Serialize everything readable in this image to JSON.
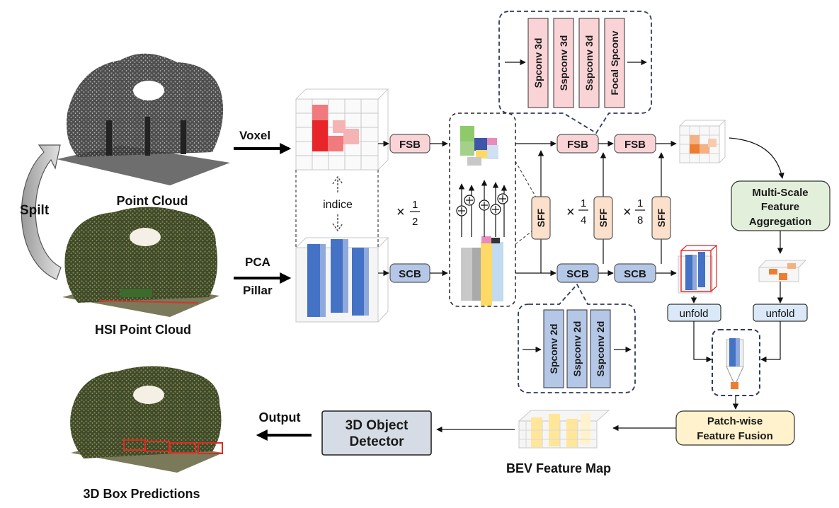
{
  "inputs": {
    "point_cloud": "Point Cloud",
    "hsi_point_cloud": "HSI Point Cloud",
    "split": "Spilt",
    "voxel": "Voxel",
    "pca": "PCA",
    "pillar": "Pillar",
    "indice": "indice"
  },
  "blocks": {
    "fsb": "FSB",
    "scb": "SCB",
    "sff": "SFF",
    "unfold": "unfold"
  },
  "scales": {
    "times": "×",
    "half": {
      "num": "1",
      "den": "2"
    },
    "quarter": {
      "num": "1",
      "den": "4"
    },
    "eighth": {
      "num": "1",
      "den": "8"
    }
  },
  "fsb_detail": [
    "Spconv 3d",
    "Sspconv 3d",
    "Sspconv 3d",
    "Focal Spconv"
  ],
  "scb_detail": [
    "Spconv 2d",
    "Sspconv 2d",
    "Sspconv 2d"
  ],
  "msfa": {
    "line1": "Multi-Scale",
    "line2": "Feature",
    "line3": "Aggregation"
  },
  "pwff": {
    "line1": "Patch-wise",
    "line2": "Feature Fusion"
  },
  "detector": {
    "line1": "3D Object",
    "line2": "Detector"
  },
  "bev": "BEV Feature Map",
  "output": "Output",
  "predictions": "3D Box Predictions",
  "colors": {
    "fsb_fill": "#f9d3d5",
    "scb_fill": "#b4c7e7",
    "sff_fill": "#fbe0cc",
    "msfa_fill": "#e2efda",
    "pwff_fill": "#fff2cc",
    "detector_fill": "#d6dce5",
    "unfold_fill": "#dae8f7",
    "voxel_red": "#e8262a",
    "pillar_blue": "#4472c4",
    "bev_yellow": "#ffe699",
    "orange": "#ed7d31"
  }
}
